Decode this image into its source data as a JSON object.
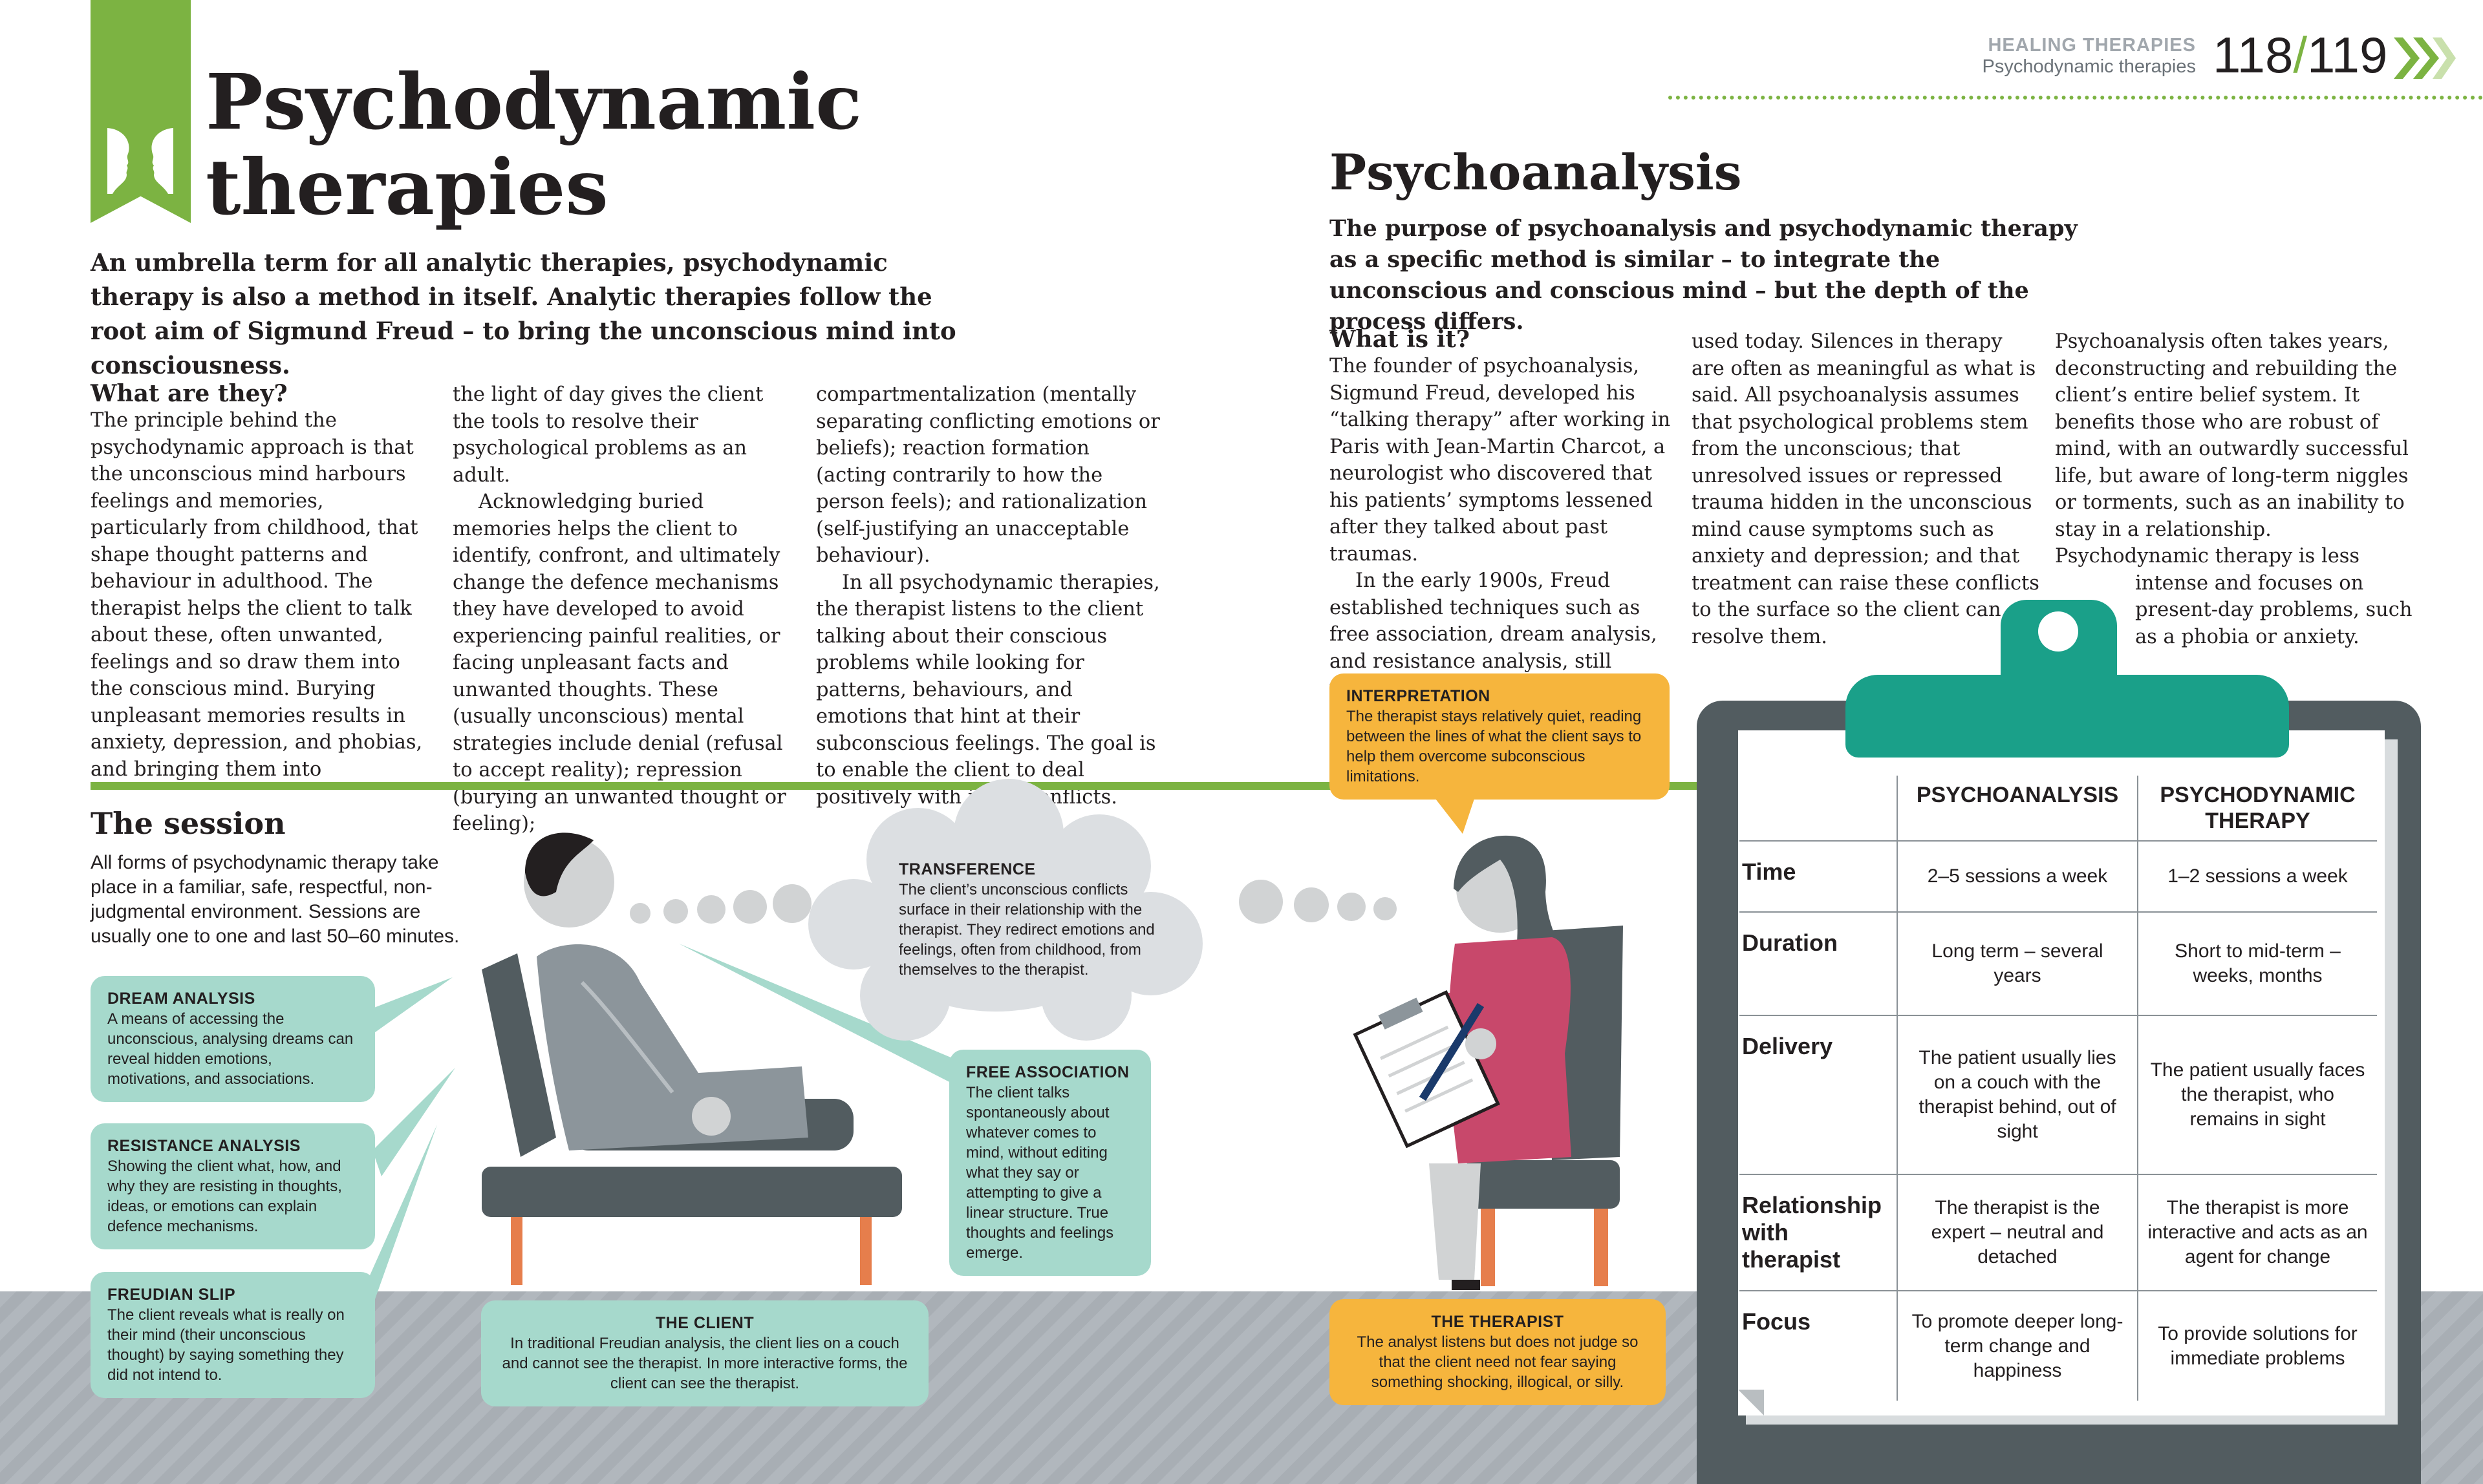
{
  "running_head": {
    "section": "HEALING THERAPIES",
    "subsection": "Psychodynamic therapies",
    "page_left": "118",
    "page_sep": "/",
    "page_right": "119"
  },
  "title": {
    "line1": "Psychodynamic",
    "line2": "therapies"
  },
  "intro": "An umbrella term for all analytic therapies, psychodynamic therapy is also a method in itself. Analytic therapies follow the root aim of Sigmund Freud – to bring the unconscious mind into consciousness.",
  "what_are_they": {
    "heading": "What are they?",
    "col1": "The principle behind the psychodynamic approach is that the unconscious mind harbours feelings and memories, particularly from childhood, that shape thought patterns and behaviour in adulthood. The therapist helps the client to talk about these, often unwanted, feelings and so draw them into the conscious mind. Burying unpleasant memories results in anxiety, depression, and phobias, and bringing them into",
    "col2_p1": "the light of day gives the client the tools to resolve their psychological problems as an adult.",
    "col2_p2": "Acknowledging buried memories helps the client to identify, confront, and ultimately change the defence mechanisms they have developed to avoid experiencing painful realities, or facing unpleasant facts and unwanted thoughts. These (usually unconscious) mental strategies include denial (refusal to accept reality); repression (burying an unwanted thought or feeling);",
    "col3_p1": "compartmentalization (mentally separating conflicting emotions or beliefs); reaction formation (acting contrarily to how the person feels); and rationalization (self-justifying an unacceptable behaviour).",
    "col3_p2": "In all psychodynamic therapies, the therapist listens to the client talking about their conscious problems while looking for patterns, behaviours, and emotions that hint at their subconscious feelings. The goal is to enable the client to deal positively with inner conflicts."
  },
  "psychoanalysis": {
    "title": "Psychoanalysis",
    "intro": "The purpose of psychoanalysis and psychodynamic therapy as a specific method is similar – to integrate the unconscious and conscious mind – but the depth of the process differs.",
    "heading": "What is it?",
    "col1_p1": "The founder of psychoanalysis, Sigmund Freud, developed his “talking therapy” after working in Paris with Jean-Martin Charcot, a neurologist who discovered that his patients’ symptoms lessened after they talked about past traumas.",
    "col1_p2": "In the early 1900s, Freud established techniques such as free association, dream analysis, and resistance analysis, still widely",
    "col2": "used today. Silences in therapy are often as meaningful as what is said. All psychoanalysis assumes that psychological problems stem from the unconscious; that unresolved issues or repressed trauma hidden in the unconscious mind cause symptoms such as anxiety and depression; and that treatment can raise these conflicts to the surface so the client can resolve them.",
    "col3": "Psychoanalysis often takes years, deconstructing and rebuilding the client’s entire belief system. It benefits those who are robust of mind, with an outwardly successful life, but aware of long-term niggles or torments, such as an inability to stay in a relationship. Psychodynamic therapy is less",
    "col3_tail_a": "intense and focuses on",
    "col3_tail_b": "present-day problems, such",
    "col3_tail_c": "as a phobia or anxiety."
  },
  "session": {
    "title": "The session",
    "text": "All forms of psychodynamic therapy take place in a familiar, safe, respectful, non-judgmental environment. Sessions are usually one to one and last 50–60 minutes."
  },
  "callouts": {
    "dream": {
      "title": "DREAM ANALYSIS",
      "text": "A means of accessing the unconscious, analysing dreams can reveal hidden emotions, motivations, and associations."
    },
    "resistance": {
      "title": "RESISTANCE ANALYSIS",
      "text": "Showing the client what, how, and why they are resisting in thoughts, ideas, or emotions can explain defence mechanisms."
    },
    "freudian": {
      "title": "FREUDIAN SLIP",
      "text": "The client reveals what is really on their mind (their unconscious thought) by saying something they did not intend to."
    },
    "transference": {
      "title": "TRANSFERENCE",
      "text": "The client’s unconscious conflicts surface in their relationship with the therapist. They redirect emotions and feelings, often from childhood, from themselves to the therapist."
    },
    "free_association": {
      "title": "FREE ASSOCIATION",
      "text": "The client talks spontaneously about whatever comes to mind, without editing what they say or attempting to give a linear structure. True thoughts and feelings emerge."
    },
    "client": {
      "title": "THE CLIENT",
      "text": "In traditional Freudian analysis, the client lies on a couch and cannot see the therapist. In more interactive forms, the client can see the therapist."
    },
    "interpretation": {
      "title": "INTERPRETATION",
      "text": "The therapist stays relatively quiet, reading between the lines of what the client says to help them overcome subconscious limitations."
    },
    "therapist": {
      "title": "THE THERAPIST",
      "text": "The analyst listens but does not judge so that the client need not fear saying something shocking, illogical, or silly."
    }
  },
  "table": {
    "headers": [
      "",
      "PSYCHOANALYSIS",
      "PSYCHODYNAMIC THERAPY"
    ],
    "rows": [
      {
        "label": "Time",
        "a": "2–5 sessions a week",
        "b": "1–2 sessions a week"
      },
      {
        "label": "Duration",
        "a": "Long term – several years",
        "b": "Short to mid-term – weeks, months"
      },
      {
        "label": "Delivery",
        "a": "The patient usually lies on a couch with the therapist behind, out of sight",
        "b": "The patient usually faces the therapist, who remains in sight"
      },
      {
        "label": "Relationship with therapist",
        "a": "The therapist is the expert – neutral and detached",
        "b": "The therapist is more interactive and acts as an agent for change"
      },
      {
        "label": "Focus",
        "a": "To promote deeper long-term change and happiness",
        "b": "To provide solutions for immediate problems"
      }
    ]
  },
  "colors": {
    "green": "#7cb342",
    "teal": "#1aa089",
    "mint": "#a6d9cc",
    "yellow": "#f6b53d",
    "slate": "#525c60",
    "pink": "#c8486b",
    "orange": "#e67e4c"
  },
  "icons": [
    "head-profiles-icon",
    "chevrons-right-icon"
  ]
}
